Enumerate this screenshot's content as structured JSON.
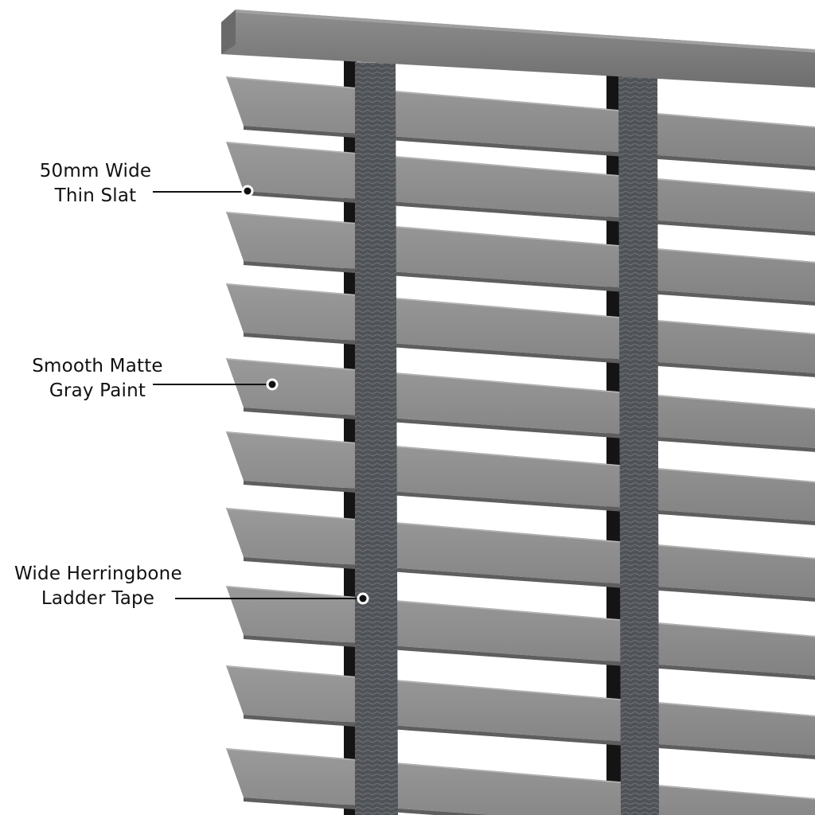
{
  "callouts": {
    "slat": {
      "line1": "50mm Wide",
      "line2": "Thin Slat"
    },
    "paint": {
      "line1": "Smooth Matte",
      "line2": "Gray Paint"
    },
    "tape": {
      "line1": "Wide Herringbone",
      "line2": "Ladder Tape"
    }
  },
  "colors": {
    "background": "#ffffff",
    "slat_face": "#8a8a8a",
    "slat_edge": "#5e5e5e",
    "headrail": "#7c7c7c",
    "tape": "#4f5256",
    "shadow": "#141414",
    "leader_line": "#111111"
  }
}
